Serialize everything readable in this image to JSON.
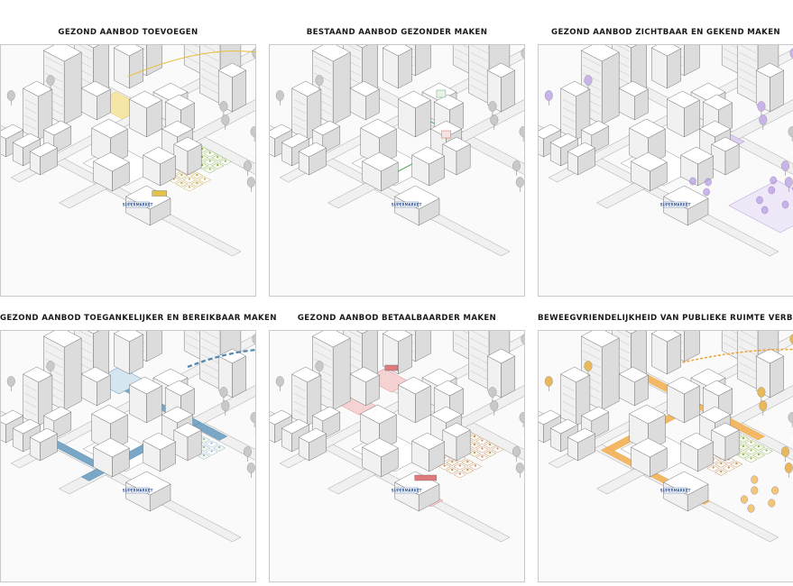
{
  "panels": [
    {
      "title": "GEZOND AANBOD TOEVOEGEN",
      "accent": "#e6c24a",
      "theme": "add",
      "store_label": "SUPERMARKET"
    },
    {
      "title": "BESTAAND AANBOD GEZONDER MAKEN",
      "accent": "#5fae72",
      "theme": "healthier",
      "store_label": "SUPERMARKET"
    },
    {
      "title": "GEZOND AANBOD ZICHTBAAR EN GEKEND MAKEN",
      "accent": "#a98ad6",
      "theme": "visible",
      "store_label": "SUPERMARKET"
    },
    {
      "title": "GEZOND AANBOD TOEGANKELIJKER EN BEREIKBAAR MAKEN",
      "accent": "#4f86ad",
      "theme": "access",
      "store_label": "SUPERMARKET"
    },
    {
      "title": "GEZOND AANBOD BETAALBAARDER MAKEN",
      "accent": "#e0797b",
      "theme": "afford",
      "store_label": "SUPERMARKET"
    },
    {
      "title": "BEWEEGVRIENDELIJKHEID VAN PUBLIEKE RUIMTE VERBETEREN",
      "accent": "#efa53a",
      "theme": "move",
      "store_label": "SUPERMARKET"
    }
  ],
  "colors": {
    "building_top": "#ffffff",
    "building_left": "#f1f1f1",
    "building_right": "#dcdcdc",
    "line": "#6a6a6a",
    "tree": "#c9c9c9",
    "ground": "#fafafa"
  },
  "icons": [
    "isometric-city-scene",
    "tree-icon",
    "supermarket-icon",
    "garden-plot-icon"
  ]
}
